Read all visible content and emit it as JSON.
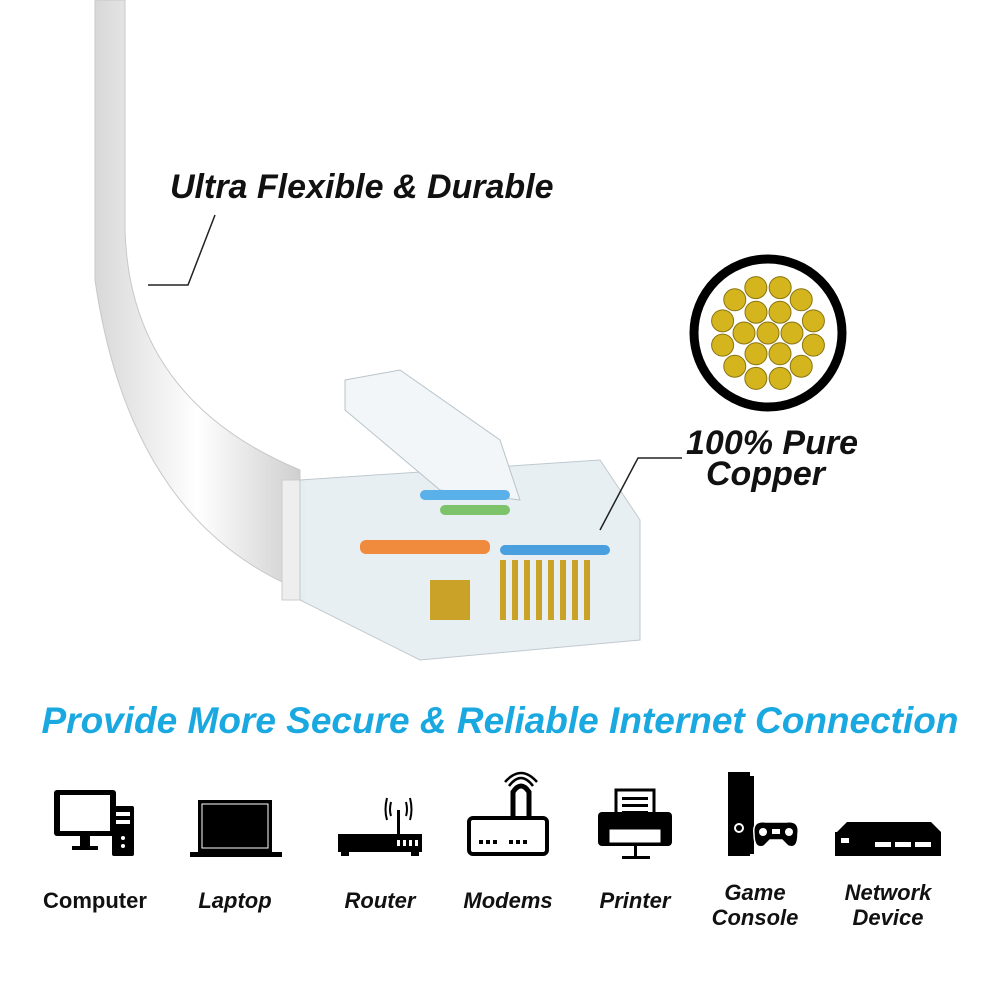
{
  "callouts": {
    "flexible": "Ultra Flexible & Durable",
    "copper_line1": "100% Pure",
    "copper_line2": "Copper"
  },
  "headline": "Provide More Secure & Reliable Internet Connection",
  "devices": [
    {
      "label": "Computer",
      "icon": "computer-icon"
    },
    {
      "label": "Laptop",
      "icon": "laptop-icon"
    },
    {
      "label": "Router",
      "icon": "router-icon"
    },
    {
      "label": "Modems",
      "icon": "modem-icon"
    },
    {
      "label": "Printer",
      "icon": "printer-icon"
    },
    {
      "label_line1": "Game",
      "label_line2": "Console",
      "icon": "game-console-icon"
    },
    {
      "label_line1": "Network",
      "label_line2": "Device",
      "icon": "network-device-icon"
    }
  ],
  "colors": {
    "accent": "#1aa8e0",
    "copper": "#d4b51e"
  }
}
